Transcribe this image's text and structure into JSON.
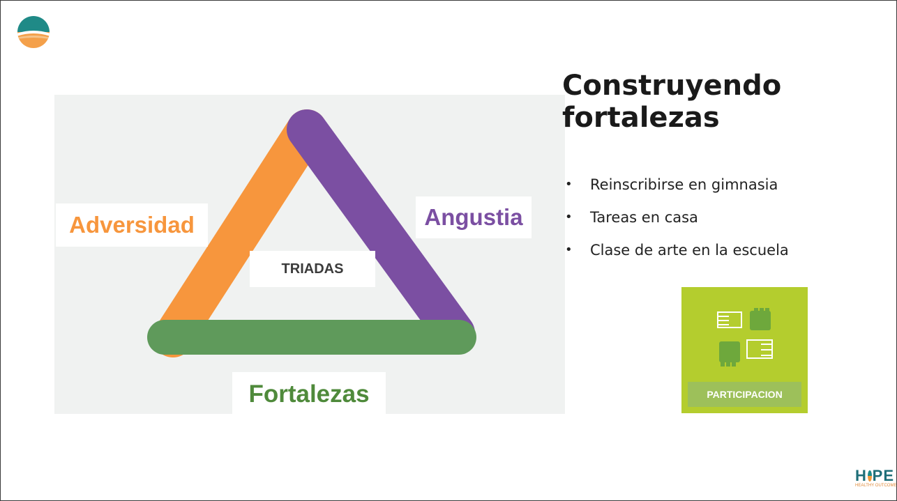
{
  "slide": {
    "title": "Construyendo fortalezas",
    "bullets": [
      "Reinscribirse en gimnasia",
      "Tareas en casa",
      "Clase de arte en la escuela"
    ]
  },
  "diagram": {
    "labels": {
      "adversidad": "Adversidad",
      "angustia": "Angustia",
      "center": "TRIADAS",
      "fortalezas": "Fortalezas"
    },
    "colors": {
      "adversidad": "#f7963d",
      "angustia": "#7b4fa2",
      "fortalezas": "#5f9a5b",
      "panel": "#f0f2f1"
    }
  },
  "participation_card": {
    "label": "PARTICIPACION",
    "icon": "hands-joined-icon",
    "color": "#b4cd2e"
  },
  "branding": {
    "top_logo_icon": "hope-sun-logo-icon",
    "hope_word_left": "H",
    "hope_word_right": "PE",
    "hope_subtitle": "HEALTHY OUTCOMES"
  }
}
